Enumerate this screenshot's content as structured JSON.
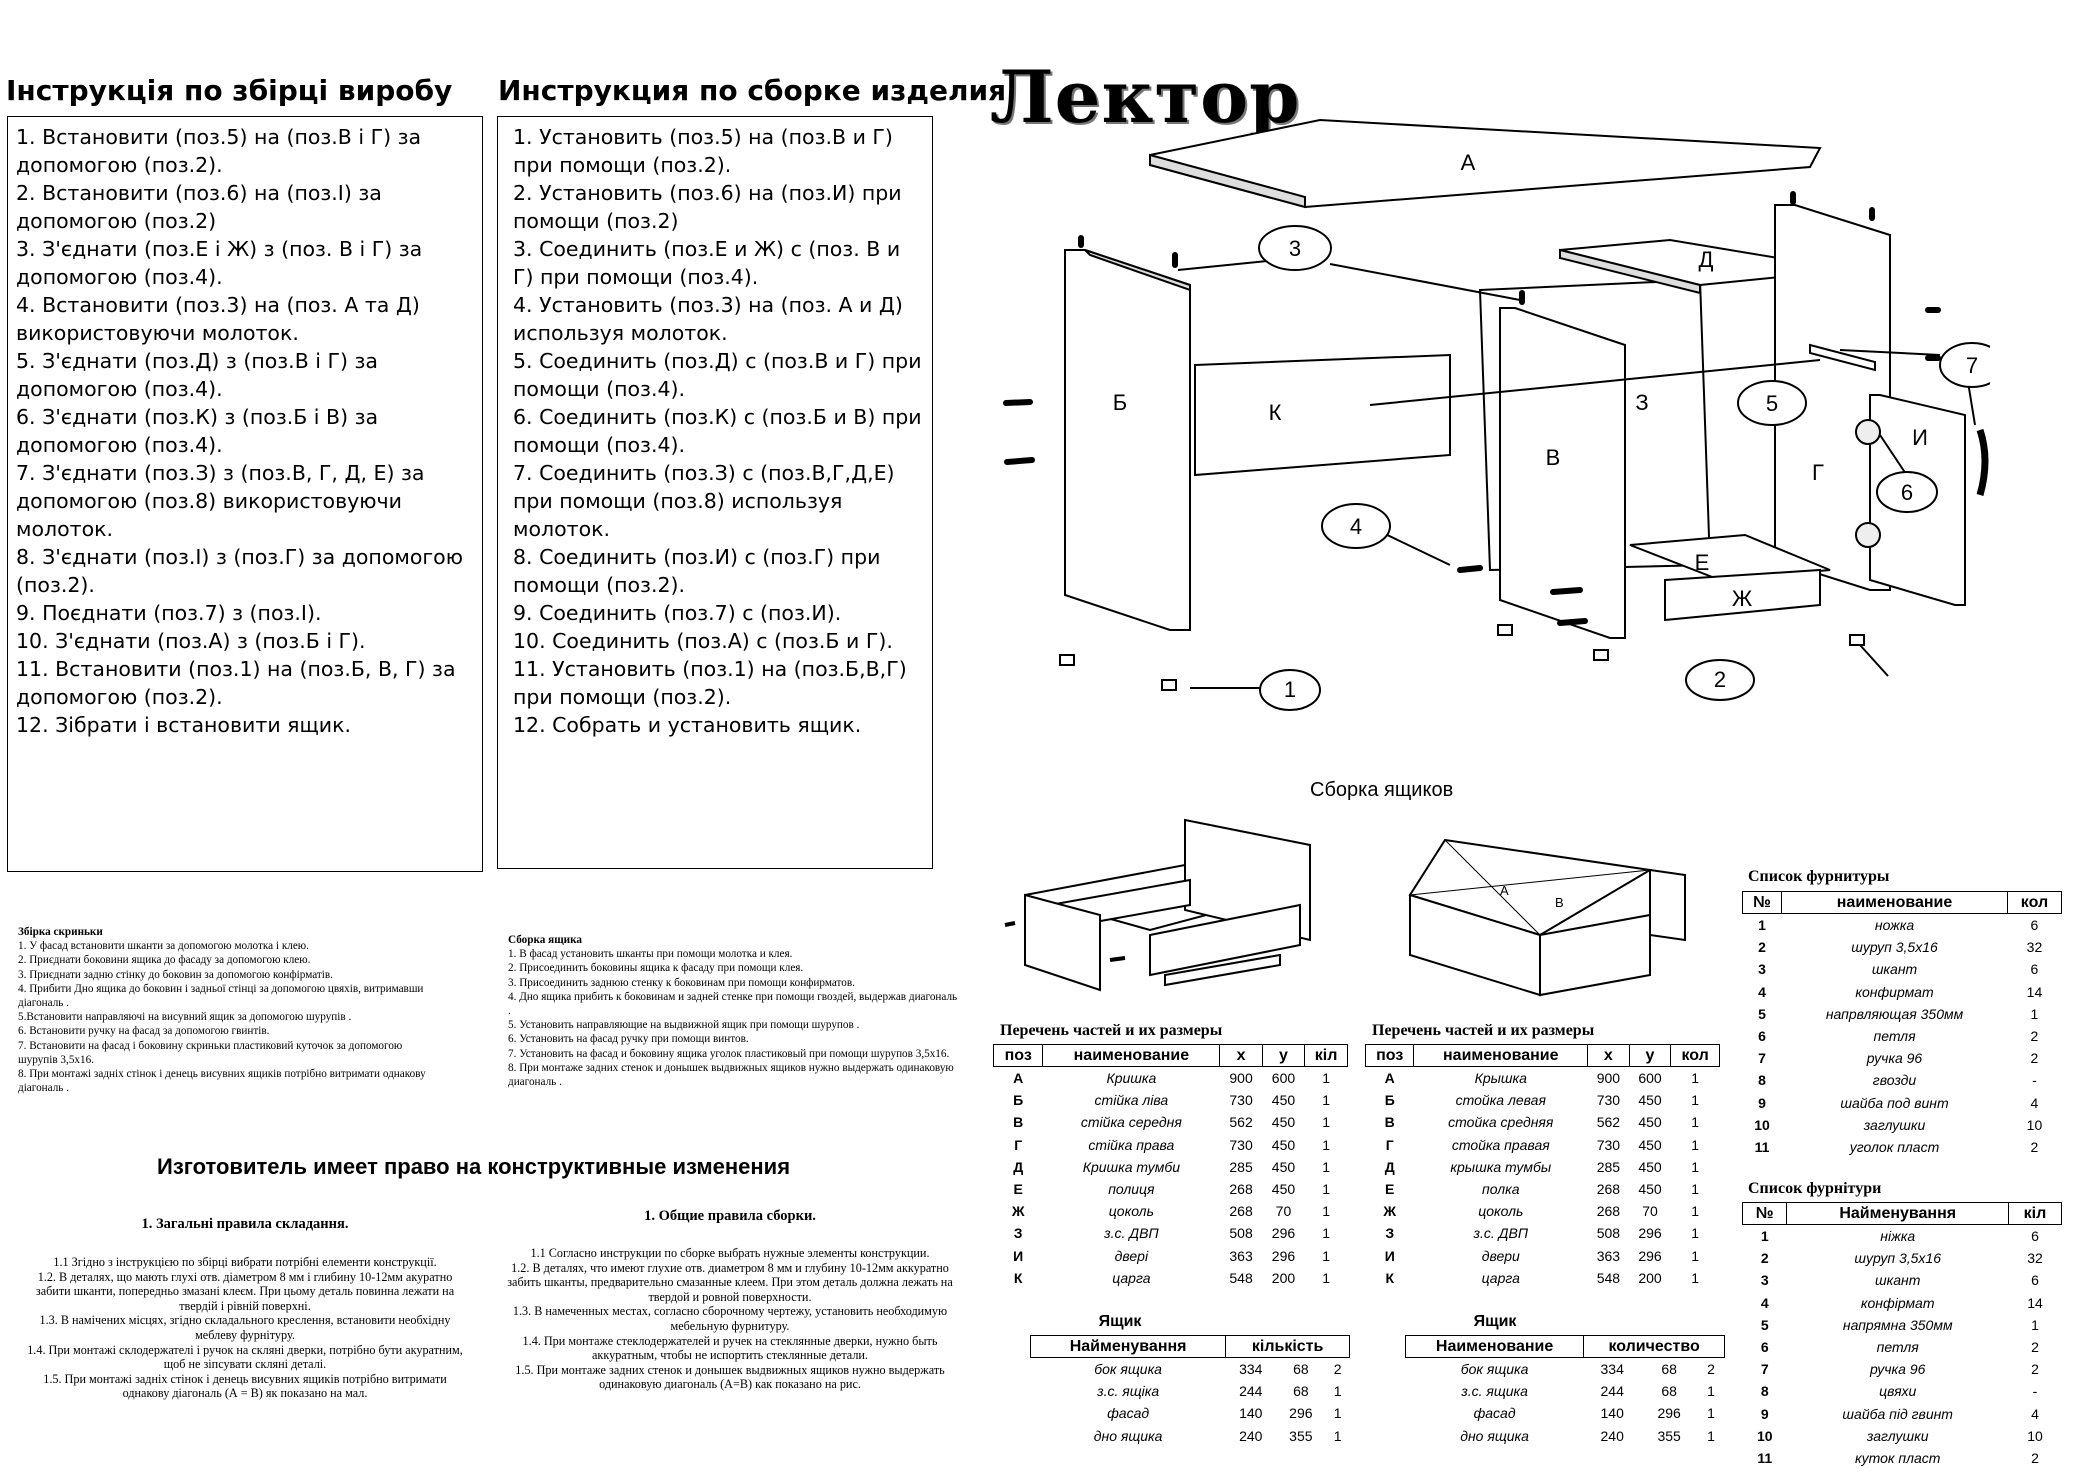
{
  "ukr_instructions": {
    "title": "Інструкція по збірці виробу",
    "steps": [
      "1. Встановити (поз.5) на (поз.В і Г) за допомогою (поз.2).",
      "2. Встановити (поз.6) на (поз.І) за допомогою (поз.2)",
      "3. З'єднати (поз.Е і Ж) з (поз. В і Г) за допомогою (поз.4).",
      "4. Встановити (поз.3) на (поз. А та Д) використовуючи молоток.",
      "5. З'єднати (поз.Д) з (поз.В і Г) за допомогою (поз.4).",
      "6. З'єднати (поз.К) з (поз.Б і В) за допомогою (поз.4).",
      "7. З'єднати (поз.З) з (поз.В, Г, Д, Е) за допомогою (поз.8) використовуючи молоток.",
      "8. З'єднати (поз.І) з (поз.Г) за допомогою (поз.2).",
      "9. Поєднати (поз.7) з (поз.І).",
      "10. З'єднати (поз.А) з (поз.Б і Г).",
      "11. Встановити (поз.1) на (поз.Б, В, Г) за допомогою (поз.2).",
      "12. Зібрати і встановити ящик."
    ]
  },
  "rus_instructions": {
    "title": "Инструкция по сборке изделия",
    "steps": [
      "1. Установить (поз.5) на (поз.В и Г) при помощи (поз.2).",
      "2. Установить (поз.6) на (поз.И) при помощи (поз.2)",
      "3. Соединить (поз.Е и Ж) с (поз. В и Г) при помощи (поз.4).",
      "4. Установить (поз.3) на (поз. А и Д) используя молоток.",
      "5. Соединить (поз.Д) с (поз.В и Г) при помощи (поз.4).",
      "6. Соединить (поз.К) с (поз.Б и В) при помощи (поз.4).",
      "7. Соединить (поз.З) с (поз.В,Г,Д,Е) при помощи (поз.8) используя молоток.",
      "8. Соединить (поз.И) с (поз.Г) при помощи (поз.2).",
      "9. Соединить (поз.7) с (поз.И).",
      "10. Соединить (поз.А) с (поз.Б и Г).",
      "11. Установить (поз.1) на (поз.Б,В,Г) при помощи (поз.2).",
      "12. Собрать и установить ящик."
    ]
  },
  "product_name": "Лектор",
  "diagram_labels": {
    "parts": [
      "А",
      "Б",
      "К",
      "В",
      "З",
      "Д",
      "Г",
      "И",
      "Е",
      "Ж"
    ],
    "callouts": [
      "1",
      "2",
      "3",
      "4",
      "5",
      "6",
      "7"
    ],
    "drawer_ab": [
      "A",
      "B"
    ]
  },
  "drawer_assembly_caption": "Сборка ящиков",
  "ukr_drawer_assembly": {
    "title": "Збірка скриньки",
    "steps": [
      "1. У фасад встановити шканти за допомогою молотка і клею.",
      "2. Приєднати боковини ящика до фасаду за допомогою клею.",
      "3. Приєднати задню стінку до боковин за допомогою конфірматів.",
      "4. Прибити Дно ящика до боковин і задньої стінці за допомогою цвяхів, витримавши діагональ .",
      "5.Встановити направляючі на висувний ящик за допомогою шурупів .",
      "6. Встановити ручку на фасад за допомогою гвинтів.",
      "7. Встановити на фасад і боковину скриньки пластиковий куточок за допомогою шурупів 3,5х16.",
      "8. При монтажі задніх стінок і денець висувних ящиків потрібно витримати однакову діагональ ."
    ]
  },
  "rus_drawer_assembly": {
    "title": "Сборка ящика",
    "steps": [
      "1. В фасад установить шканты при помощи молотка и клея.",
      "2. Присоединить боковины ящика к фасаду при помощи клея.",
      "3. Присоединить заднюю стенку к боковинам при помощи конфирматов.",
      "4. Дно ящика прибить к боковинам и задней стенке при помощи гвоздей, выдержав диагональ .",
      "5. Установить направляющие на выдвижной ящик при помощи шурупов .",
      "6. Установить на фасад ручку при помощи винтов.",
      "7. Установить на фасад и боковину ящика уголок пластиковый при помощи шурупов 3,5х16.",
      "8. При монтаже задних стенок и донышек выдвижных ящиков нужно выдержать одинаковую диагональ ."
    ]
  },
  "manufacturer_notice": "Изготовитель имеет право на конструктивные изменения",
  "ukr_general_rules": {
    "title": "1. Загальні правила складання.",
    "items": [
      "1.1 Згідно з інструкцією по збірці вибрати потрібні елементи конструкції.",
      "1.2. В деталях, що мають глухі отв. діаметром 8 мм і глибину 10-12мм акуратно забити шканти, попередньо змазані клеєм. При цьому деталь повинна лежати на твердій і рівній поверхні.",
      "1.3. В намічених місцях, згідно складального креслення, встановити необхідну меблеву фурнітуру.",
      "1.4. При монтажі склодержателі і ручок на скляні дверки, потрібно бути акуратним, щоб не зіпсувати скляні деталі.",
      "1.5. При монтажі задніх стінок і денець висувних ящиків потрібно витримати однакову діагональ (А = В) як показано на мал."
    ]
  },
  "rus_general_rules": {
    "title": "1. Общие правила сборки.",
    "items": [
      "1.1 Согласно инструкции по сборке выбрать нужные элементы конструкции.",
      "1.2. В деталях, что имеют глухие отв. диаметром 8 мм и глубину 10-12мм аккуратно забить шканты, предварительно смазанные клеем. При этом деталь должна лежать на твердой и ровной поверхности.",
      "1.3. В намеченных местах, согласно сборочному чертежу, установить необходимую мебельную фурнитуру.",
      "1.4. При монтаже стеклодержателей и ручек на стеклянные дверки, нужно быть аккуратным, чтобы не испортить стеклянные детали.",
      "1.5. При монтаже задних стенок и донышек выдвижных ящиков нужно выдержать одинаковую диагональ (А=В) как показано на рис."
    ]
  },
  "parts_list_ukr": {
    "title": "Перечень частей и их размеры",
    "headers": [
      "поз",
      "наименование",
      "x",
      "y",
      "кіл"
    ],
    "rows": [
      [
        "А",
        "Кришка",
        "900",
        "600",
        "1"
      ],
      [
        "Б",
        "стійка ліва",
        "730",
        "450",
        "1"
      ],
      [
        "В",
        "стійка середня",
        "562",
        "450",
        "1"
      ],
      [
        "Г",
        "стійка права",
        "730",
        "450",
        "1"
      ],
      [
        "Д",
        "Кришка тумби",
        "285",
        "450",
        "1"
      ],
      [
        "Е",
        "полиця",
        "268",
        "450",
        "1"
      ],
      [
        "Ж",
        "цоколь",
        "268",
        "70",
        "1"
      ],
      [
        "З",
        "з.с. ДВП",
        "508",
        "296",
        "1"
      ],
      [
        "И",
        "двері",
        "363",
        "296",
        "1"
      ],
      [
        "К",
        "царга",
        "548",
        "200",
        "1"
      ]
    ]
  },
  "parts_list_rus": {
    "title": "Перечень частей и их размеры",
    "headers": [
      "поз",
      "наименование",
      "x",
      "y",
      "кол"
    ],
    "rows": [
      [
        "А",
        "Крышка",
        "900",
        "600",
        "1"
      ],
      [
        "Б",
        "стойка левая",
        "730",
        "450",
        "1"
      ],
      [
        "В",
        "стойка средняя",
        "562",
        "450",
        "1"
      ],
      [
        "Г",
        "стойка правая",
        "730",
        "450",
        "1"
      ],
      [
        "Д",
        "крышка тумбы",
        "285",
        "450",
        "1"
      ],
      [
        "Е",
        "полка",
        "268",
        "450",
        "1"
      ],
      [
        "Ж",
        "цоколь",
        "268",
        "70",
        "1"
      ],
      [
        "З",
        "з.с. ДВП",
        "508",
        "296",
        "1"
      ],
      [
        "И",
        "двери",
        "363",
        "296",
        "1"
      ],
      [
        "К",
        "царга",
        "548",
        "200",
        "1"
      ]
    ]
  },
  "drawer_ukr": {
    "title": "Ящик",
    "headers": [
      "Найменування",
      "кількість"
    ],
    "rows": [
      [
        "бок ящика",
        "334",
        "68",
        "2"
      ],
      [
        "з.с. ящіка",
        "244",
        "68",
        "1"
      ],
      [
        "фасад",
        "140",
        "296",
        "1"
      ],
      [
        "дно ящика",
        "240",
        "355",
        "1"
      ]
    ]
  },
  "drawer_rus": {
    "title": "Ящик",
    "headers": [
      "Наименование",
      "количество"
    ],
    "rows": [
      [
        "бок ящика",
        "334",
        "68",
        "2"
      ],
      [
        "з.с. ящика",
        "244",
        "68",
        "1"
      ],
      [
        "фасад",
        "140",
        "296",
        "1"
      ],
      [
        "дно ящика",
        "240",
        "355",
        "1"
      ]
    ]
  },
  "hardware_rus": {
    "title": "Список фурнитуры",
    "headers": [
      "№",
      "наименование",
      "кол"
    ],
    "rows": [
      [
        "1",
        "ножка",
        "6"
      ],
      [
        "2",
        "шуруп 3,5х16",
        "32"
      ],
      [
        "3",
        "шкант",
        "6"
      ],
      [
        "4",
        "конфирмат",
        "14"
      ],
      [
        "5",
        "напрвляющая 350мм",
        "1"
      ],
      [
        "6",
        "петля",
        "2"
      ],
      [
        "7",
        "ручка 96",
        "2"
      ],
      [
        "8",
        "гвозди",
        "-"
      ],
      [
        "9",
        "шайба под винт",
        "4"
      ],
      [
        "10",
        "заглушки",
        "10"
      ],
      [
        "11",
        "уголок пласт",
        "2"
      ]
    ]
  },
  "hardware_ukr": {
    "title": "Список фурнітури",
    "headers": [
      "№",
      "Найменування",
      "кіл"
    ],
    "rows": [
      [
        "1",
        "ніжка",
        "6"
      ],
      [
        "2",
        "шуруп 3,5х16",
        "32"
      ],
      [
        "3",
        "шкант",
        "6"
      ],
      [
        "4",
        "конфірмат",
        "14"
      ],
      [
        "5",
        "напрямна 350мм",
        "1"
      ],
      [
        "6",
        "петля",
        "2"
      ],
      [
        "7",
        "ручка 96",
        "2"
      ],
      [
        "8",
        "цвяхи",
        "-"
      ],
      [
        "9",
        "шайба під гвинт",
        "4"
      ],
      [
        "10",
        "заглушки",
        "10"
      ],
      [
        "11",
        "куток пласт",
        "2"
      ]
    ]
  }
}
